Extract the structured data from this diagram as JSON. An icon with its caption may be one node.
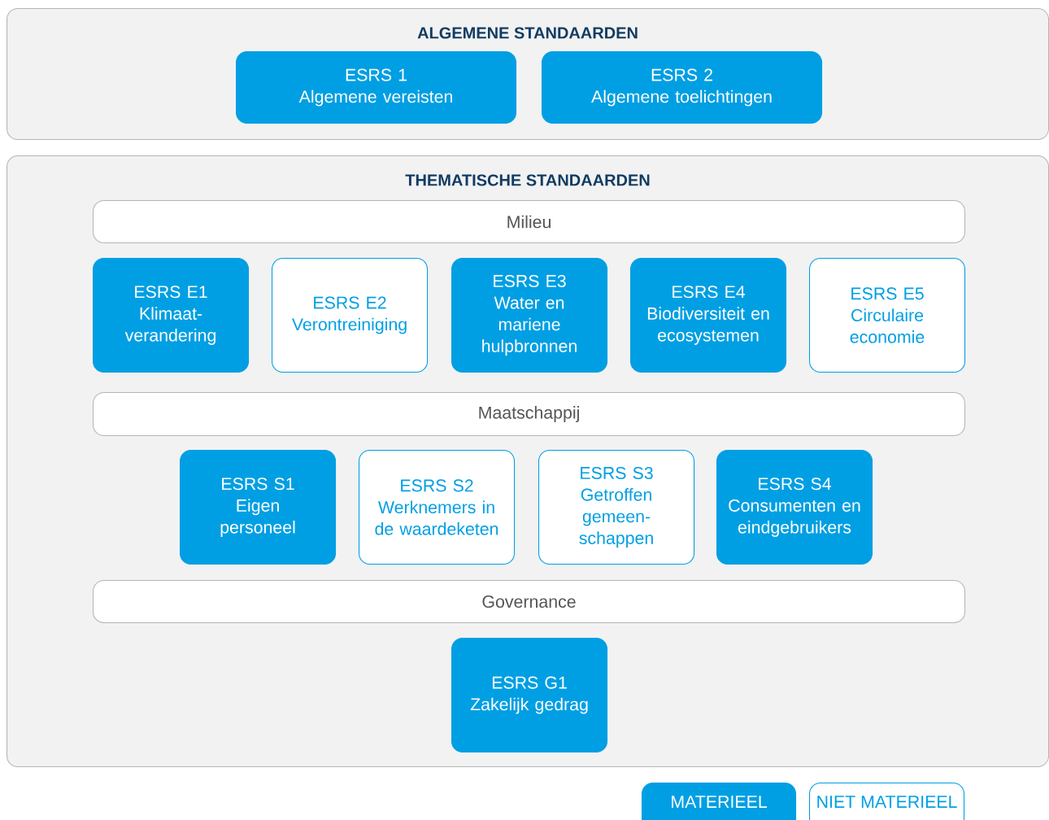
{
  "diagram": {
    "nodes": [
      {
        "text": [
          "ALGEMENE STANDAARDEN"
        ]
      },
      {
        "text": [
          "ESRS 1",
          "Algemene vereisten"
        ],
        "in": 0
      },
      {
        "text": [
          "ESRS 2",
          "Algemene toelichtingen"
        ],
        "in": 0
      },
      {
        "text": [
          "THEMATISCHE STANDAARDEN"
        ]
      },
      {
        "text": [
          "Milieu"
        ],
        "in": 3
      },
      {
        "text": [
          "ESRS E1",
          "Klimaat-verandering"
        ],
        "in": 3
      },
      {
        "text": [
          "ESRS E2",
          "Verontreiniging"
        ],
        "in": 3
      },
      {
        "text": [
          "ESRS E3",
          "Water en mariene hulpbronnen"
        ],
        "in": 3
      },
      {
        "text": [
          "ESRS E4",
          "Biodiversiteit en ecosystemen"
        ],
        "in": 3
      },
      {
        "text": [
          "ESRS E5",
          "Circulaire economie"
        ],
        "in": 3
      },
      {
        "text": [
          "Maatschappij"
        ],
        "in": 3
      },
      {
        "text": [
          "ESRS S1",
          "Eigen personeel"
        ],
        "in": 3
      },
      {
        "text": [
          "ESRS S2",
          "Werknemers in de waardeketen"
        ],
        "in": 3
      },
      {
        "text": [
          "ESRS S3",
          "Getroffen gemeen-schappen"
        ],
        "in": 3
      },
      {
        "text": [
          "ESRS S4",
          "Consumenten en eindgebruikers"
        ],
        "in": 3
      },
      {
        "text": [
          "Governance"
        ],
        "in": 3
      },
      {
        "text": [
          "ESRS G1",
          "Zakelijk gedrag"
        ],
        "in": 3
      }
    ],
    "legend": [
      {
        "text": "MATERIEEL",
        "color": "#009fe3"
      },
      {
        "text": "NIET MATERIEEL"
      }
    ]
  }
}
